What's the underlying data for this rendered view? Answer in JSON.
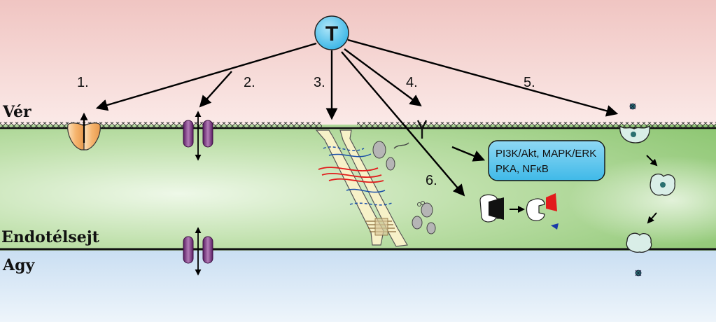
{
  "regions": {
    "blood": "Vér",
    "endothelial_cell": "Endotélsejt",
    "brain": "Agy"
  },
  "agent": {
    "label": "T"
  },
  "routes": [
    "1.",
    "2.",
    "3.",
    "4.",
    "5.",
    "6."
  ],
  "pathways": {
    "line1": "PI3K/Akt, MAPK/ERK",
    "line2": "PKA, NFκB"
  },
  "colors": {
    "blood_top": "#f1c9c6",
    "blood_bottom": "#fbe9e7",
    "cell_green": "#9ccf83",
    "cell_green_light": "#e9f5e2",
    "brain_blue": "#d3e5f5",
    "agent_fill": "#5cc6ee",
    "pathway_box": "#5cc6ee",
    "transporter_orange": "#f5b978",
    "channel_purple": "#7a2f7e",
    "junction_cream": "#f7f1c8",
    "enzyme_red": "#e21c1c"
  }
}
